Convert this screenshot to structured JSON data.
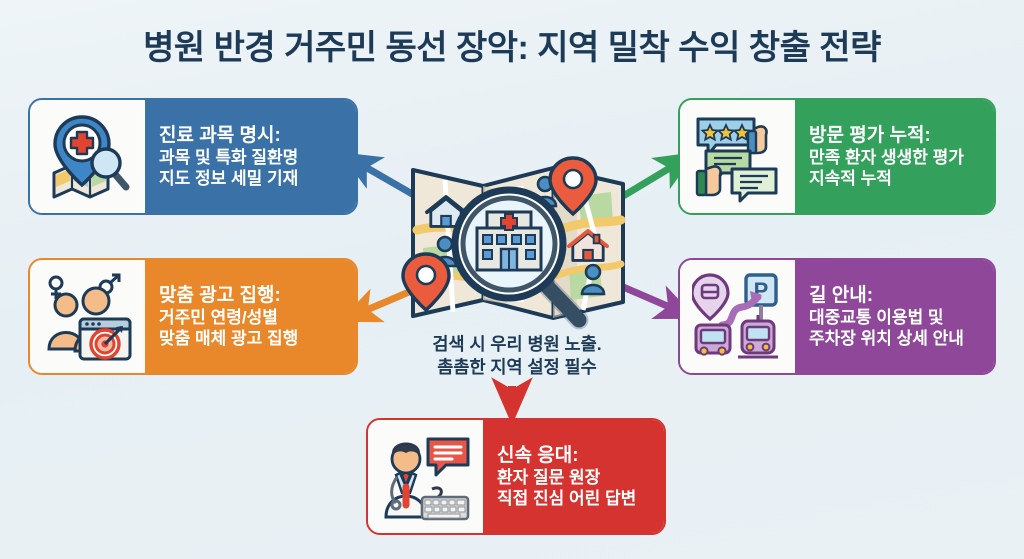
{
  "title": "병원 반경 거주민 동선 장악: 지역 밀착 수익 창출 전략",
  "center": {
    "caption_line1": "검색 시 우리 병원 노출.",
    "caption_line2": "촘촘한 지역 설정 필수",
    "icon": "folded-map-with-magnifier-hospital-icon"
  },
  "colors": {
    "background": "#e8f0f4",
    "title": "#1d3a57",
    "blue": "#3a72a8",
    "green": "#33a05c",
    "orange": "#e8882a",
    "purple": "#8e4799",
    "red": "#d5332f"
  },
  "cards": [
    {
      "id": "specialty",
      "title": "진료 과목 명시:",
      "line1": "과목 및 특화 질환명",
      "line2": "지도 정보 세밀 기재",
      "color": "#3a72a8",
      "icon": "map-pin-medical-cross-magnifier-icon",
      "arrow": "arrow-up-left"
    },
    {
      "id": "reviews",
      "title": "방문 평가 누적:",
      "line1": "만족 환자 생생한 평가",
      "line2": "지속적 누적",
      "color": "#33a05c",
      "icon": "star-review-speech-bubbles-thumbs-up-icon",
      "arrow": "arrow-up-right"
    },
    {
      "id": "ads",
      "title": "맞춤 광고 집행:",
      "line1": "거주민 연령/성별",
      "line2": "맞춤 매체 광고 집행",
      "color": "#e8882a",
      "icon": "male-female-persons-target-browser-icon",
      "arrow": "arrow-down-left"
    },
    {
      "id": "directions",
      "title": "길 안내:",
      "line1": "대중교통 이용법 및",
      "line2": "주차장 위치 상세 안내",
      "color": "#8e4799",
      "icon": "bus-tram-parking-sign-route-icon",
      "arrow": "arrow-down-right"
    },
    {
      "id": "response",
      "title": "신속 응대:",
      "line1": "환자 질문 원장",
      "line2": "직접 진심 어린 답변",
      "color": "#d5332f",
      "icon": "doctor-speech-bubble-keyboard-icon",
      "arrow": "arrow-down"
    }
  ]
}
